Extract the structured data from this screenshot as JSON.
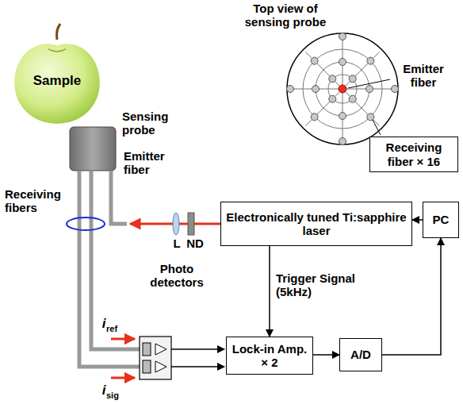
{
  "diagram": {
    "nodes": [
      {
        "text": [
          "Sample"
        ]
      },
      {
        "text": [
          "Electronically tuned Ti:sapphire laser"
        ]
      },
      {
        "text": [
          "PC"
        ]
      },
      {
        "text": [
          "Lock-in Amp. × 2"
        ]
      },
      {
        "text": [
          "A/D"
        ]
      },
      {
        "text": [
          "Receiving fiber × 16"
        ]
      }
    ],
    "edges": [
      {
        "from": 2,
        "to": 1,
        "arrow": "to"
      },
      {
        "from": 1,
        "to": 3,
        "label": "Trigger Signal (5kHz)",
        "arrow": "to"
      },
      {
        "from": 3,
        "to": 4,
        "arrow": "to"
      },
      {
        "from": 4,
        "to": 2,
        "arrow": "to"
      }
    ],
    "labels": [
      "Top view of sensing probe",
      "Emitter fiber",
      "Sensing probe",
      "Emitter fiber",
      "Receiving fibers",
      "L",
      "ND",
      "Photo detectors",
      "i",
      "ref",
      "i",
      "sig"
    ]
  }
}
